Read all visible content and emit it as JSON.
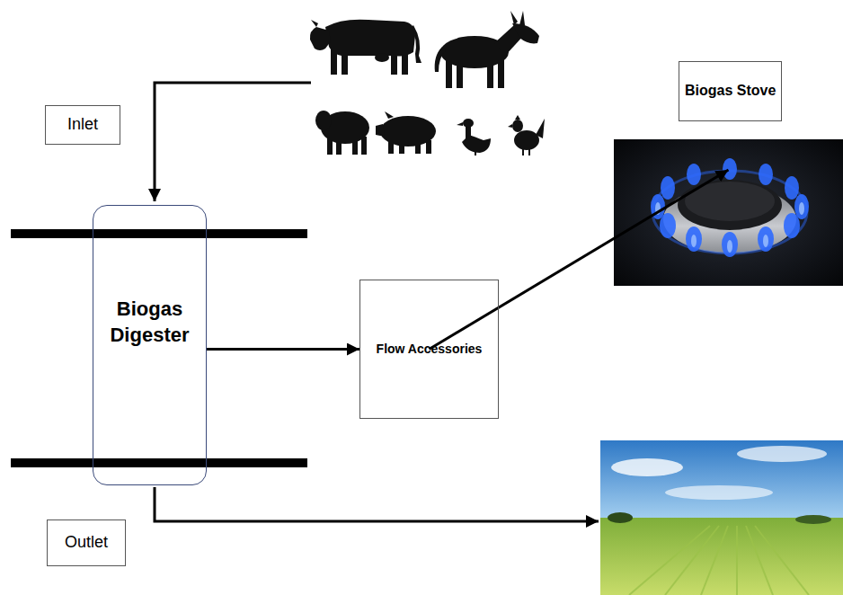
{
  "diagram": {
    "nodes": [
      {
        "text": [
          "Inlet"
        ]
      },
      {
        "text": [
          "Biogas Digester"
        ]
      },
      {
        "text": [
          "Flow Accessories"
        ]
      },
      {
        "text": [
          "Biogas Stove"
        ]
      },
      {
        "text": [
          "Outlet"
        ]
      }
    ],
    "edges": [
      {
        "from": 1,
        "to": 2,
        "arrow": "to"
      },
      {
        "from": 2,
        "to": 3,
        "arrow": "to"
      }
    ]
  }
}
